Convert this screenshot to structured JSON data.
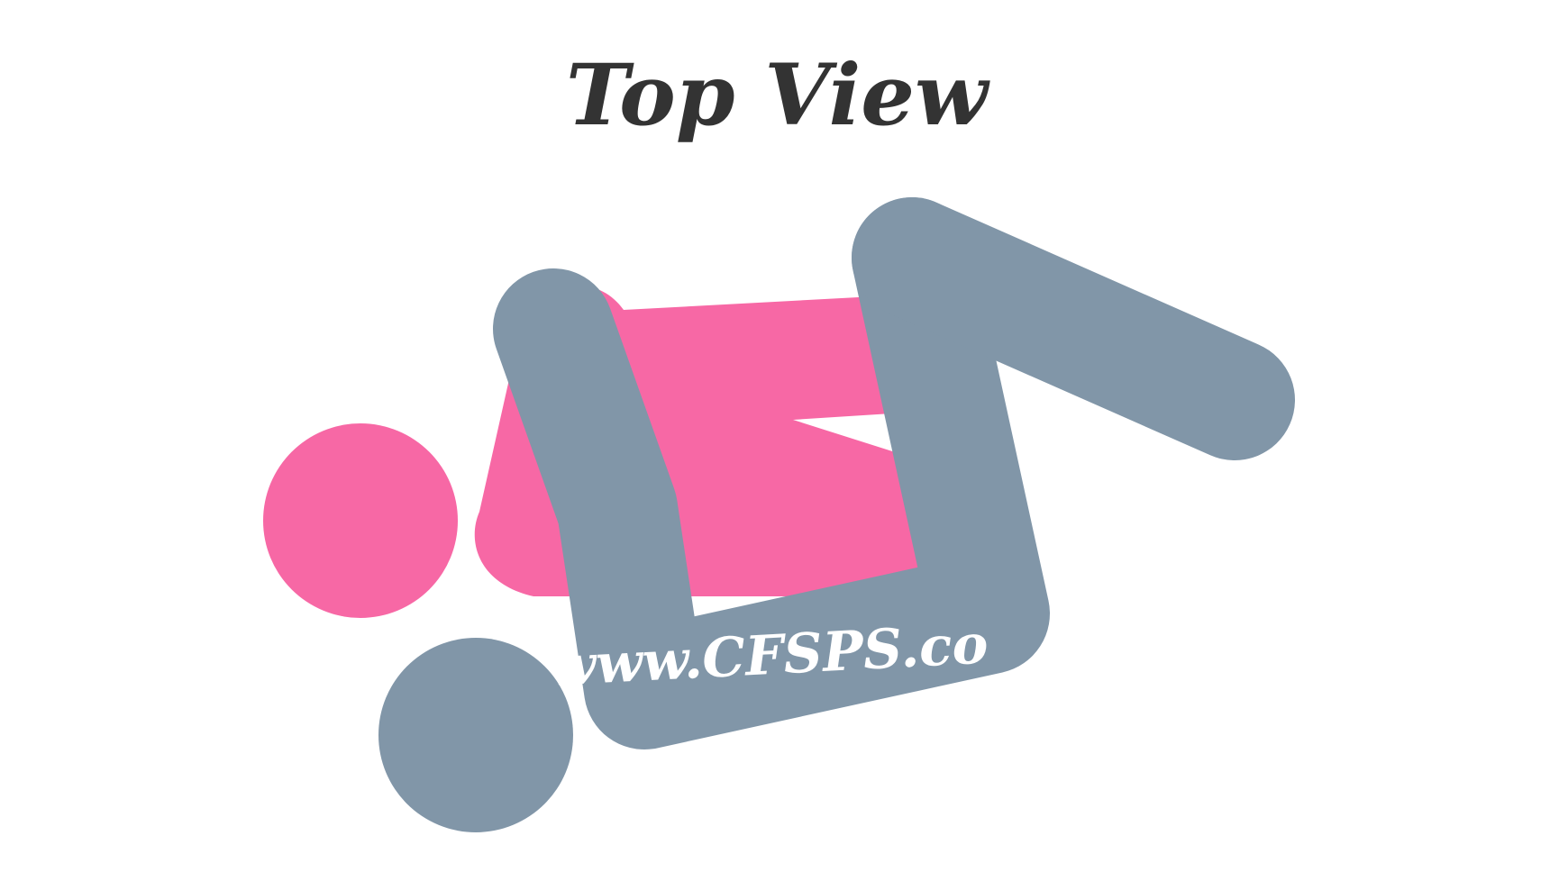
{
  "diagram": {
    "title": "Top View",
    "watermark": "www.CFSPS.co",
    "colors": {
      "background": "#ffffff",
      "title": "#333333",
      "figure_pink": "#f768a5",
      "figure_gray": "#8196a8",
      "watermark": "#ffffff"
    },
    "figures": [
      {
        "name": "pink-figure",
        "color_key": "figure_pink"
      },
      {
        "name": "gray-figure",
        "color_key": "figure_gray"
      }
    ]
  }
}
